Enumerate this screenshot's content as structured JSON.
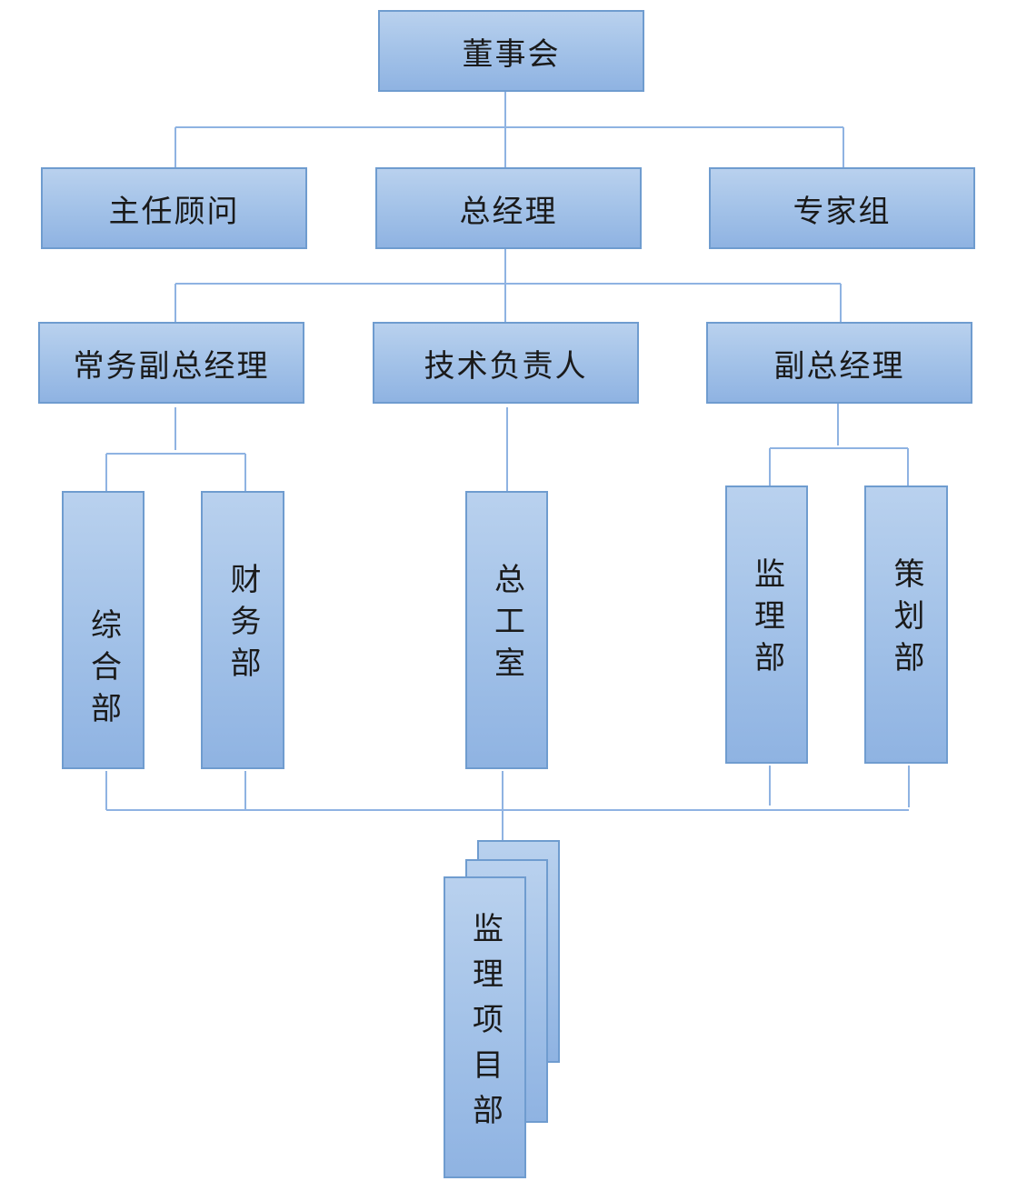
{
  "diagram": {
    "type": "org-chart",
    "colors": {
      "box_fill_top": "#b9d1ee",
      "box_fill_bottom": "#8fb3e2",
      "box_border": "#6f9ccf",
      "connector": "#8fb3e2",
      "text": "#1a1a1a"
    },
    "nodes": {
      "board": "董事会",
      "chief_advisor": "主任顾问",
      "general_manager": "总经理",
      "expert_group": "专家组",
      "executive_deputy_gm": "常务副总经理",
      "technical_lead": "技术负责人",
      "deputy_gm": "副总经理",
      "general_dept": "综合部",
      "finance_dept": "财务部",
      "chief_engineer_office": "总工室",
      "supervision_dept": "监理部",
      "planning_dept": "策划部",
      "supervision_project_dept": "监理项目部"
    },
    "edges": [
      [
        "board",
        "chief_advisor"
      ],
      [
        "board",
        "general_manager"
      ],
      [
        "board",
        "expert_group"
      ],
      [
        "general_manager",
        "executive_deputy_gm"
      ],
      [
        "general_manager",
        "technical_lead"
      ],
      [
        "general_manager",
        "deputy_gm"
      ],
      [
        "executive_deputy_gm",
        "general_dept"
      ],
      [
        "executive_deputy_gm",
        "finance_dept"
      ],
      [
        "technical_lead",
        "chief_engineer_office"
      ],
      [
        "deputy_gm",
        "supervision_dept"
      ],
      [
        "deputy_gm",
        "planning_dept"
      ],
      [
        "general_dept",
        "supervision_project_dept"
      ],
      [
        "finance_dept",
        "supervision_project_dept"
      ],
      [
        "chief_engineer_office",
        "supervision_project_dept"
      ],
      [
        "supervision_dept",
        "supervision_project_dept"
      ],
      [
        "planning_dept",
        "supervision_project_dept"
      ]
    ]
  }
}
